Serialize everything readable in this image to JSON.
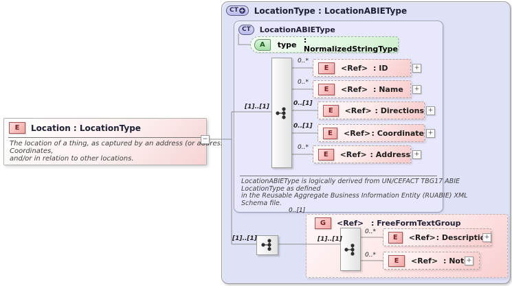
{
  "icons": {
    "element": "E",
    "complex_type": "CT",
    "attribute": "A",
    "group": "G",
    "expand": "+",
    "collapse": "−",
    "derived": "+"
  },
  "location_element": {
    "title": "Location : LocationType",
    "annotation_lines": [
      "The location of a thing, as captured by an address (or addresses), GPS",
      "Coordinates,",
      "and/or in relation to other locations."
    ]
  },
  "outer_type": {
    "title": "LocationType : LocationABIEType"
  },
  "inner_type": {
    "title": "LocationABIEType",
    "attribute": {
      "name": "type",
      "type": ": NormalizedStringType"
    },
    "sequence_cardinality": "[1]..[1]",
    "children": [
      {
        "cardinality": "0..*",
        "name": "<Ref>",
        "type": ": ID"
      },
      {
        "cardinality": "0..*",
        "name": "<Ref>",
        "type": ": Name"
      },
      {
        "cardinality": "0..[1]",
        "name": "<Ref>",
        "type": ": Directions"
      },
      {
        "cardinality": "0..[1]",
        "name": "<Ref>",
        "type": ": Coordinate"
      },
      {
        "cardinality": "0..*",
        "name": "<Ref>",
        "type": ": Address"
      }
    ],
    "annotation_lines": [
      "LocationABIEType is logically derived from UN/CEFACT TBG17 ABIE",
      "LocationType as defined",
      "in the Reusable Aggregate Business Information Entity (RUABIE) XML",
      "Schema file."
    ]
  },
  "bottom_branch": {
    "sequence_cardinality": "[1]..[1]",
    "group": {
      "cardinality": "0..[1]",
      "name": "<Ref>",
      "type": ": FreeFormTextGroup",
      "sequence_cardinality": "[1]..[1]",
      "children": [
        {
          "cardinality": "0..*",
          "name": "<Ref>",
          "type": ": Description"
        },
        {
          "cardinality": "0..*",
          "name": "<Ref>",
          "type": ": Note"
        }
      ]
    }
  },
  "colors": {
    "panel_lavender": "#dfe1f6",
    "inner_lavender": "#e7e8fb",
    "element_pink": "#f8caca",
    "attribute_green": "#cfefcf",
    "group_pink": "#f9cfcf",
    "type_icon_fill": "#babaeb",
    "type_icon_border": "#565689",
    "element_icon_border": "#aa5555",
    "wire_gray": "#8f8f8f"
  }
}
